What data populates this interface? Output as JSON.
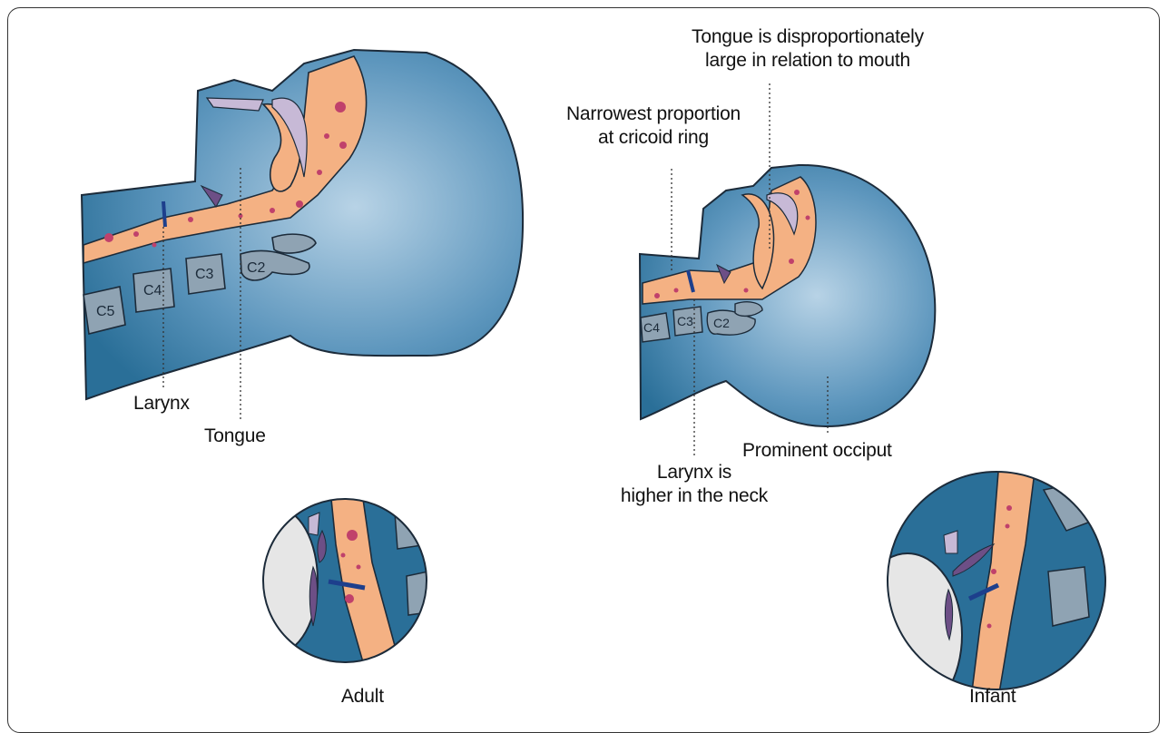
{
  "labels": {
    "tongue_large": [
      "Tongue is disproportionately",
      "large in relation to mouth"
    ],
    "narrowest": [
      "Narrowest proportion",
      "at cricoid ring"
    ],
    "adult_larynx": "Larynx",
    "adult_tongue": "Tongue",
    "infant_larynx": [
      "Larynx is",
      "higher in the neck"
    ],
    "occiput": "Prominent occiput",
    "adult_caption": "Adult",
    "infant_caption": "Infant"
  },
  "vertebrae": {
    "adult": [
      "C5",
      "C4",
      "C3",
      "C2"
    ],
    "infant": [
      "C4",
      "C3",
      "C2"
    ]
  },
  "colors": {
    "tissue_dark": "#2a6f98",
    "tissue_light": "#a9c9df",
    "airway": "#f4b183",
    "dots": "#c0416b",
    "vertebra": "#8fa3b3",
    "palate": "#c7b9d6",
    "outline": "#1c2b3a"
  }
}
